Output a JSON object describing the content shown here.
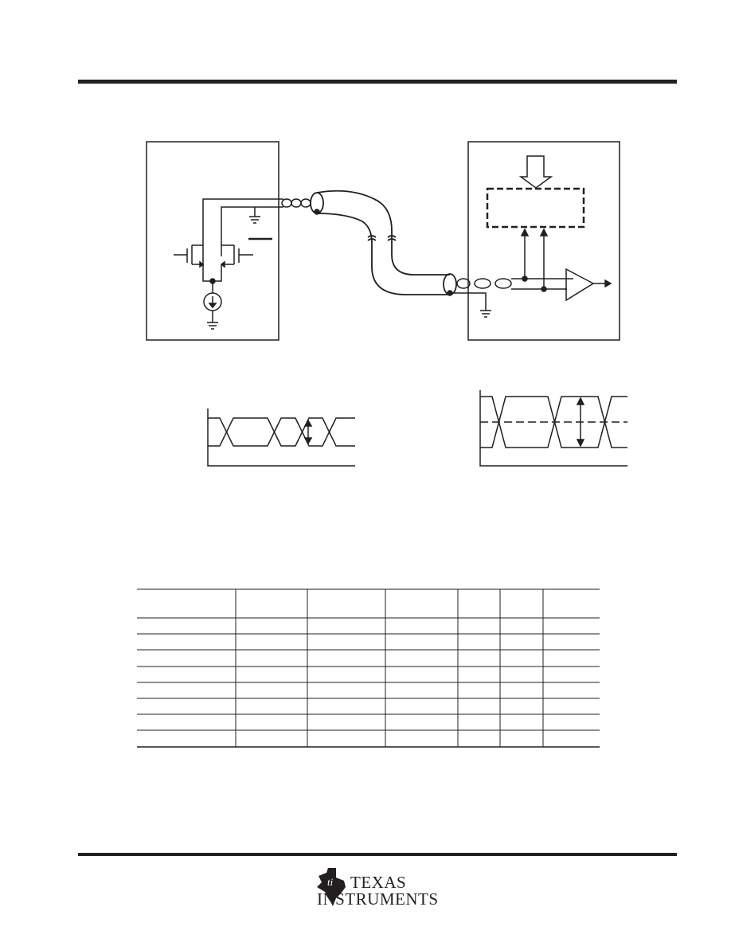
{
  "footer": {
    "logo": {
      "line1": "TEXAS",
      "line2": "INSTRUMENTS"
    }
  },
  "table": {
    "columns": 7,
    "rows": 8
  }
}
